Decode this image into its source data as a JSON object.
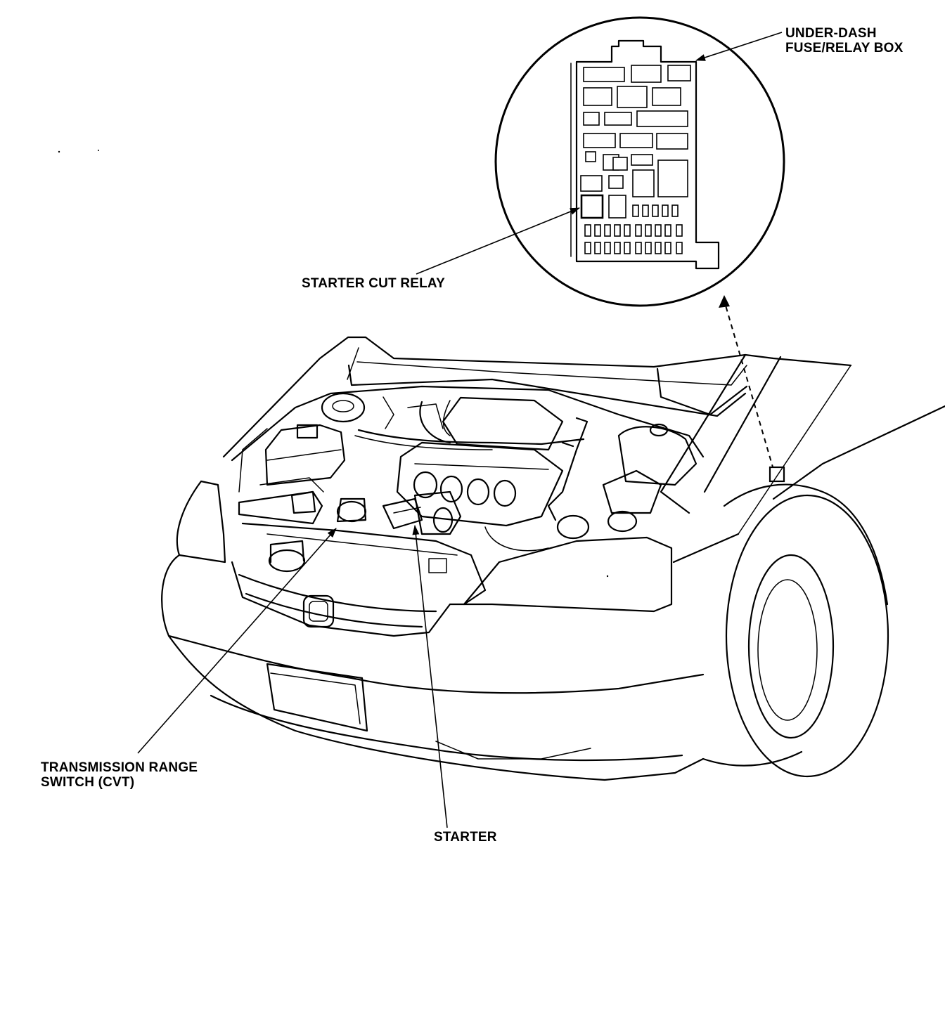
{
  "labels": {
    "fuse_box_line1": "UNDER-DASH",
    "fuse_box_line2": "FUSE/RELAY BOX",
    "starter_cut_relay": "STARTER CUT RELAY",
    "transmission_line1": "TRANSMISSION RANGE",
    "transmission_line2": "SWITCH (CVT)",
    "starter": "STARTER"
  },
  "colors": {
    "line": "#000000",
    "background": "#ffffff"
  },
  "icons": {
    "fuse_box": "fuse-relay-box-icon",
    "arrow": "arrowhead-icon"
  }
}
